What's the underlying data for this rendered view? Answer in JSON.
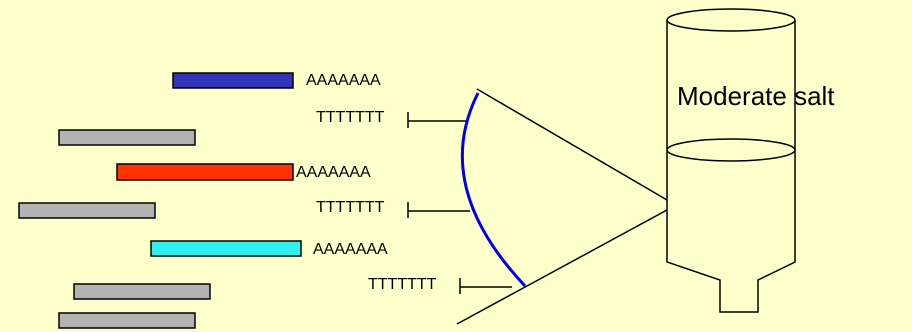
{
  "colors": {
    "background": "#ffffcc",
    "blue_strand": "#3333bb",
    "red_strand": "#ff3300",
    "cyan_strand": "#33eeee",
    "gray_strand": "#b3b3b3",
    "resin_curve": "#0000ee",
    "outline": "#000000"
  },
  "labels": {
    "polyA_1": "AAAAAAA",
    "polyA_2": "AAAAAAA",
    "polyA_3": "AAAAAAA",
    "oligoT_1": "TTTTTTT",
    "oligoT_2": "TTTTTTT",
    "oligoT_3": "TTTTTTT",
    "column_condition": "Moderate salt"
  }
}
